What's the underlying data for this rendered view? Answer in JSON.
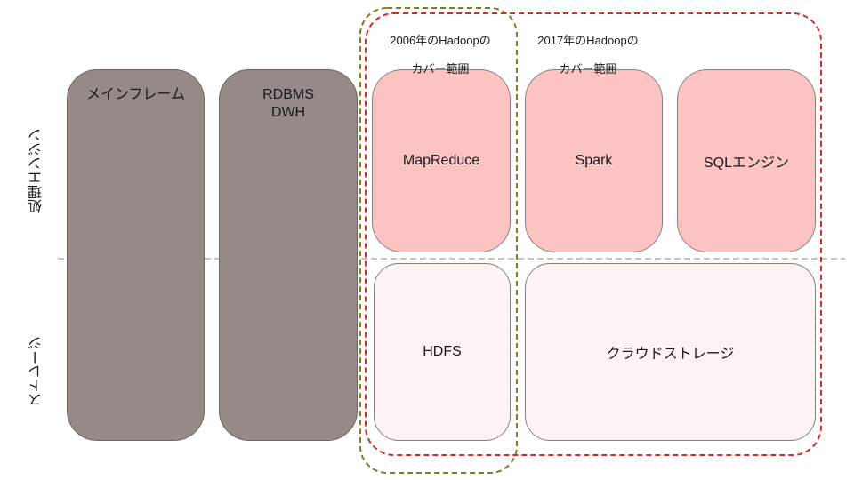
{
  "row_labels": {
    "engine": "処理エンジン",
    "storage": "ストレージ"
  },
  "legacy": {
    "mainframe": "メインフレーム",
    "rdbms_line1": "RDBMS",
    "rdbms_line2": "DWH"
  },
  "engines": {
    "mapreduce": "MapReduce",
    "spark": "Spark",
    "sql": "SQLエンジン"
  },
  "storages": {
    "hdfs": "HDFS",
    "cloud": "クラウドストレージ"
  },
  "ranges": {
    "hadoop_2006_line1": "2006年のHadoopの",
    "hadoop_2006_line2": "カバー範囲",
    "hadoop_2017_line1": "2017年のHadoopの",
    "hadoop_2017_line2": "カバー範囲"
  },
  "colors": {
    "legacy_fill": "#968a89",
    "engine_fill": "#fcc3c3",
    "storage_fill": "#fdf3f2",
    "range_2006_border": "#8a7a1e",
    "range_2017_border": "#d62b2b",
    "divider": "#888888"
  }
}
